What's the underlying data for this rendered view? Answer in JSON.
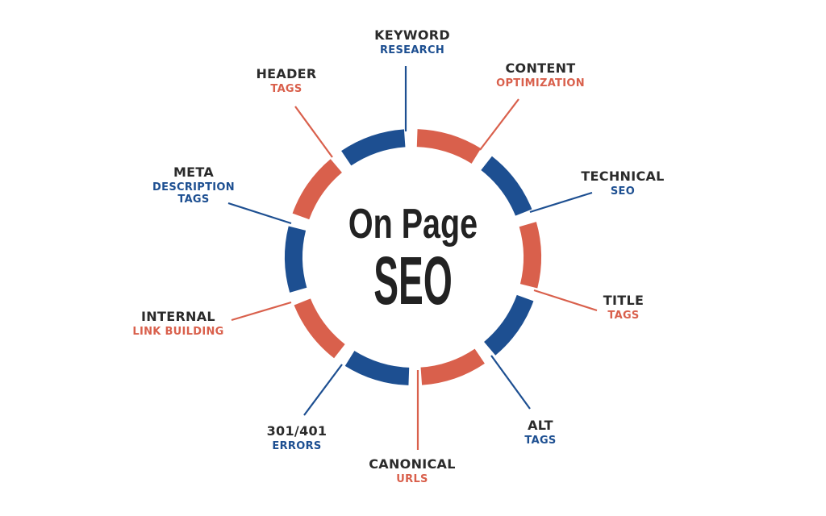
{
  "colors": {
    "blue": "#1d4f91",
    "red": "#d9604c",
    "text": "#2b2b2b"
  },
  "center": {
    "line1": "On Page",
    "line2": "SEO"
  },
  "ring_segments": [
    "red",
    "blue",
    "red",
    "blue",
    "red",
    "blue",
    "red",
    "blue",
    "red",
    "blue"
  ],
  "items": [
    {
      "title": "KEYWORD",
      "sub": "RESEARCH"
    },
    {
      "title": "CONTENT",
      "sub": "OPTIMIZATION"
    },
    {
      "title": "TECHNICAL",
      "sub": "SEO"
    },
    {
      "title": "TITLE",
      "sub": "TAGS"
    },
    {
      "title": "ALT",
      "sub": "TAGS"
    },
    {
      "title": "CANONICAL",
      "sub": "URLS"
    },
    {
      "title": "301/401",
      "sub": "ERRORS"
    },
    {
      "title": "INTERNAL",
      "sub": "LINK BUILDING"
    },
    {
      "title": "META",
      "sub": "DESCRIPTION",
      "sub2": "TAGS"
    },
    {
      "title": "HEADER",
      "sub": "TAGS"
    }
  ]
}
